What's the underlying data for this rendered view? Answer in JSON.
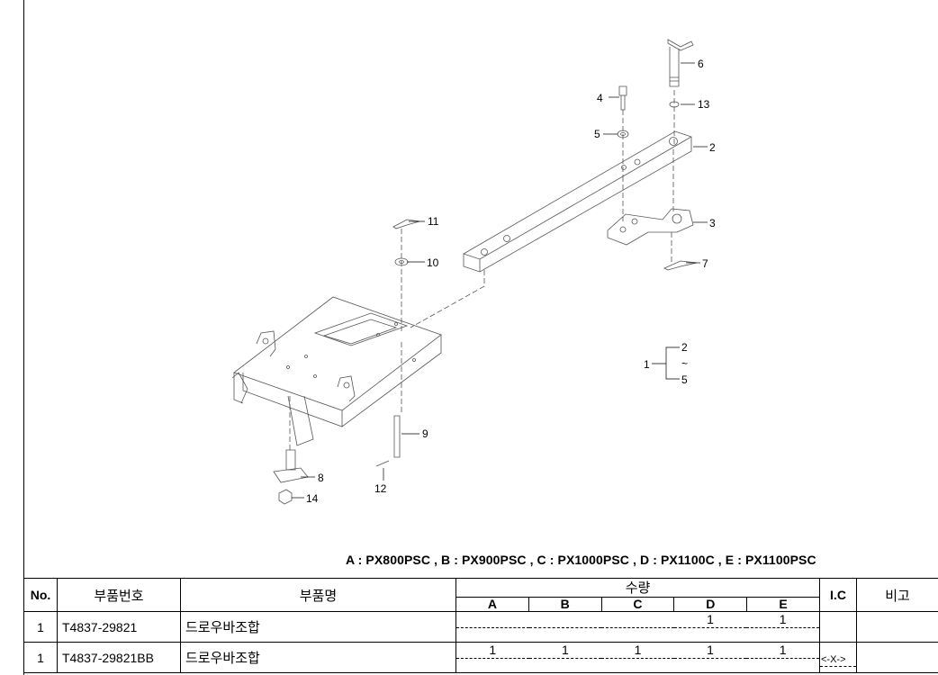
{
  "diagram": {
    "callouts": [
      "6",
      "4",
      "13",
      "5",
      "2",
      "11",
      "3",
      "10",
      "7",
      "2",
      "1",
      "~",
      "5",
      "9",
      "8",
      "12",
      "14"
    ]
  },
  "models_line": "A : PX800PSC , B : PX900PSC , C : PX1000PSC , D : PX1100C , E : PX1100PSC",
  "table": {
    "headers": {
      "no": "No.",
      "part_number": "부품번호",
      "part_name": "부품명",
      "qty": "수량",
      "qty_cols": [
        "A",
        "B",
        "C",
        "D",
        "E"
      ],
      "ic": "I.C",
      "remarks": "비고"
    },
    "rows": [
      {
        "no": "1",
        "part_number": "T4837-29821",
        "part_name": "드로우바조합",
        "qty": [
          "",
          "",
          "",
          "1",
          "1"
        ],
        "ic": "",
        "remarks": ""
      },
      {
        "no": "1",
        "part_number": "T4837-29821BB",
        "part_name": "드로우바조합",
        "qty": [
          "1",
          "1",
          "1",
          "1",
          "1"
        ],
        "ic": "<-X->",
        "remarks": ""
      }
    ]
  }
}
